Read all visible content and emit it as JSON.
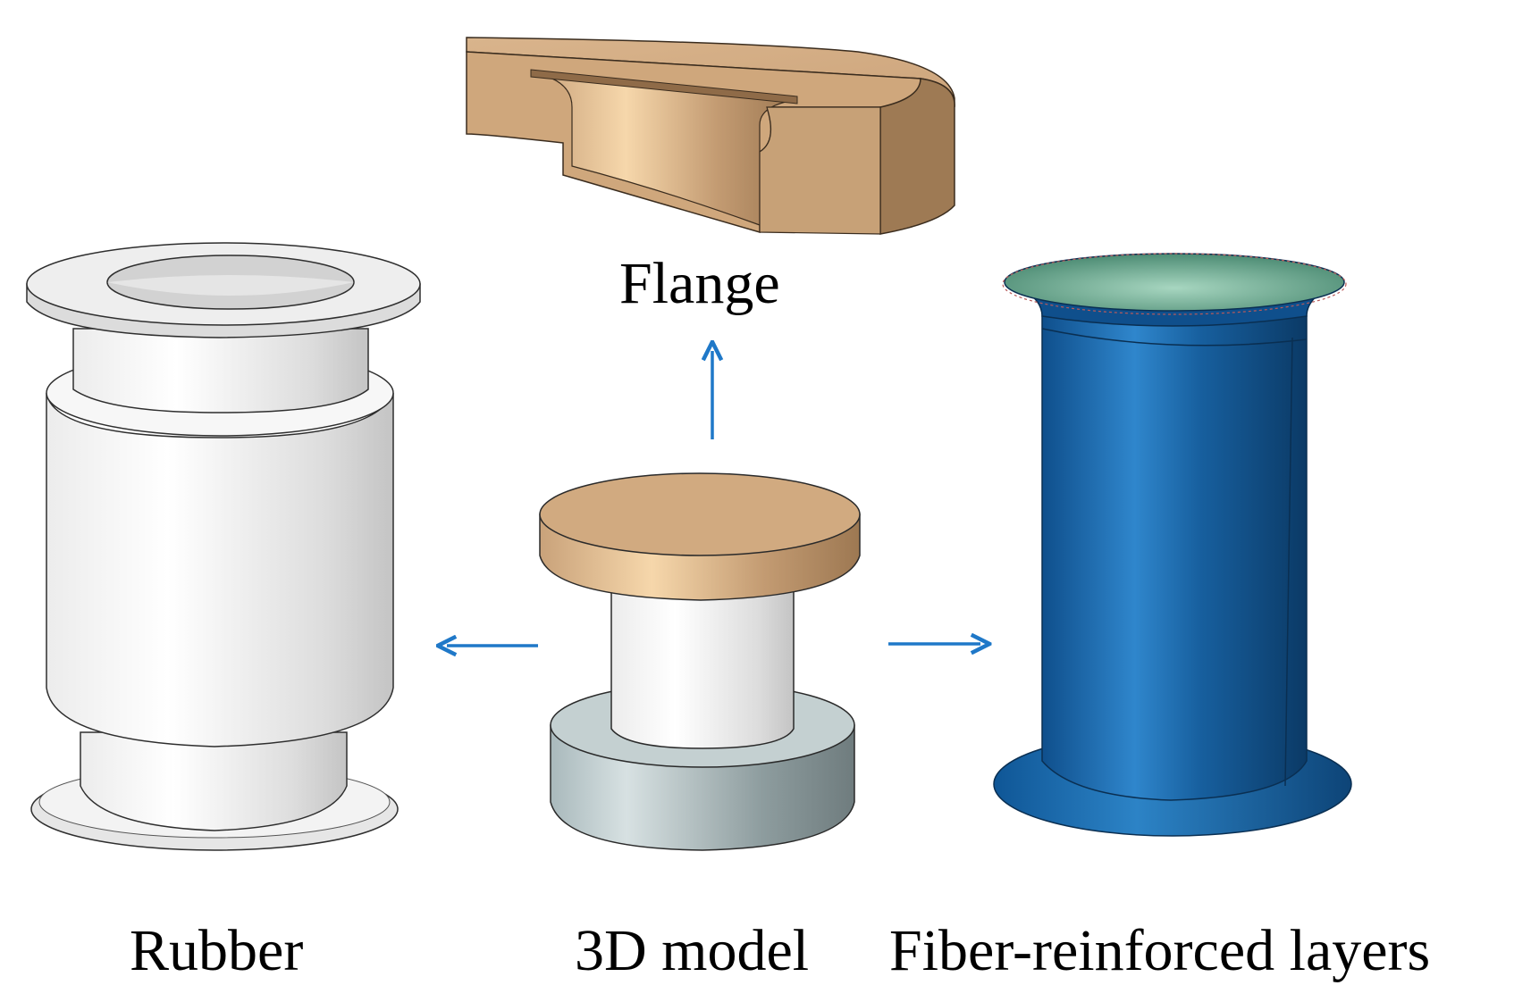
{
  "labels": {
    "flange": "Flange",
    "rubber": "Rubber",
    "model": "3D model",
    "fiber": "Fiber-reinforced layers"
  },
  "colors": {
    "arrow": "#1f78c8",
    "flange_tan": "#d2ac80",
    "flange_dark": "#a27d59",
    "rubber_light": "#f2f2f2",
    "rubber_shade": "#c8c8c8",
    "fiber_blue": "#1a64a8",
    "fiber_dark": "#0d4173",
    "fiber_inner": "#6fae94",
    "base_gray": "#b9c7c9"
  },
  "arrows": [
    "arrow-up",
    "arrow-left",
    "arrow-right"
  ]
}
